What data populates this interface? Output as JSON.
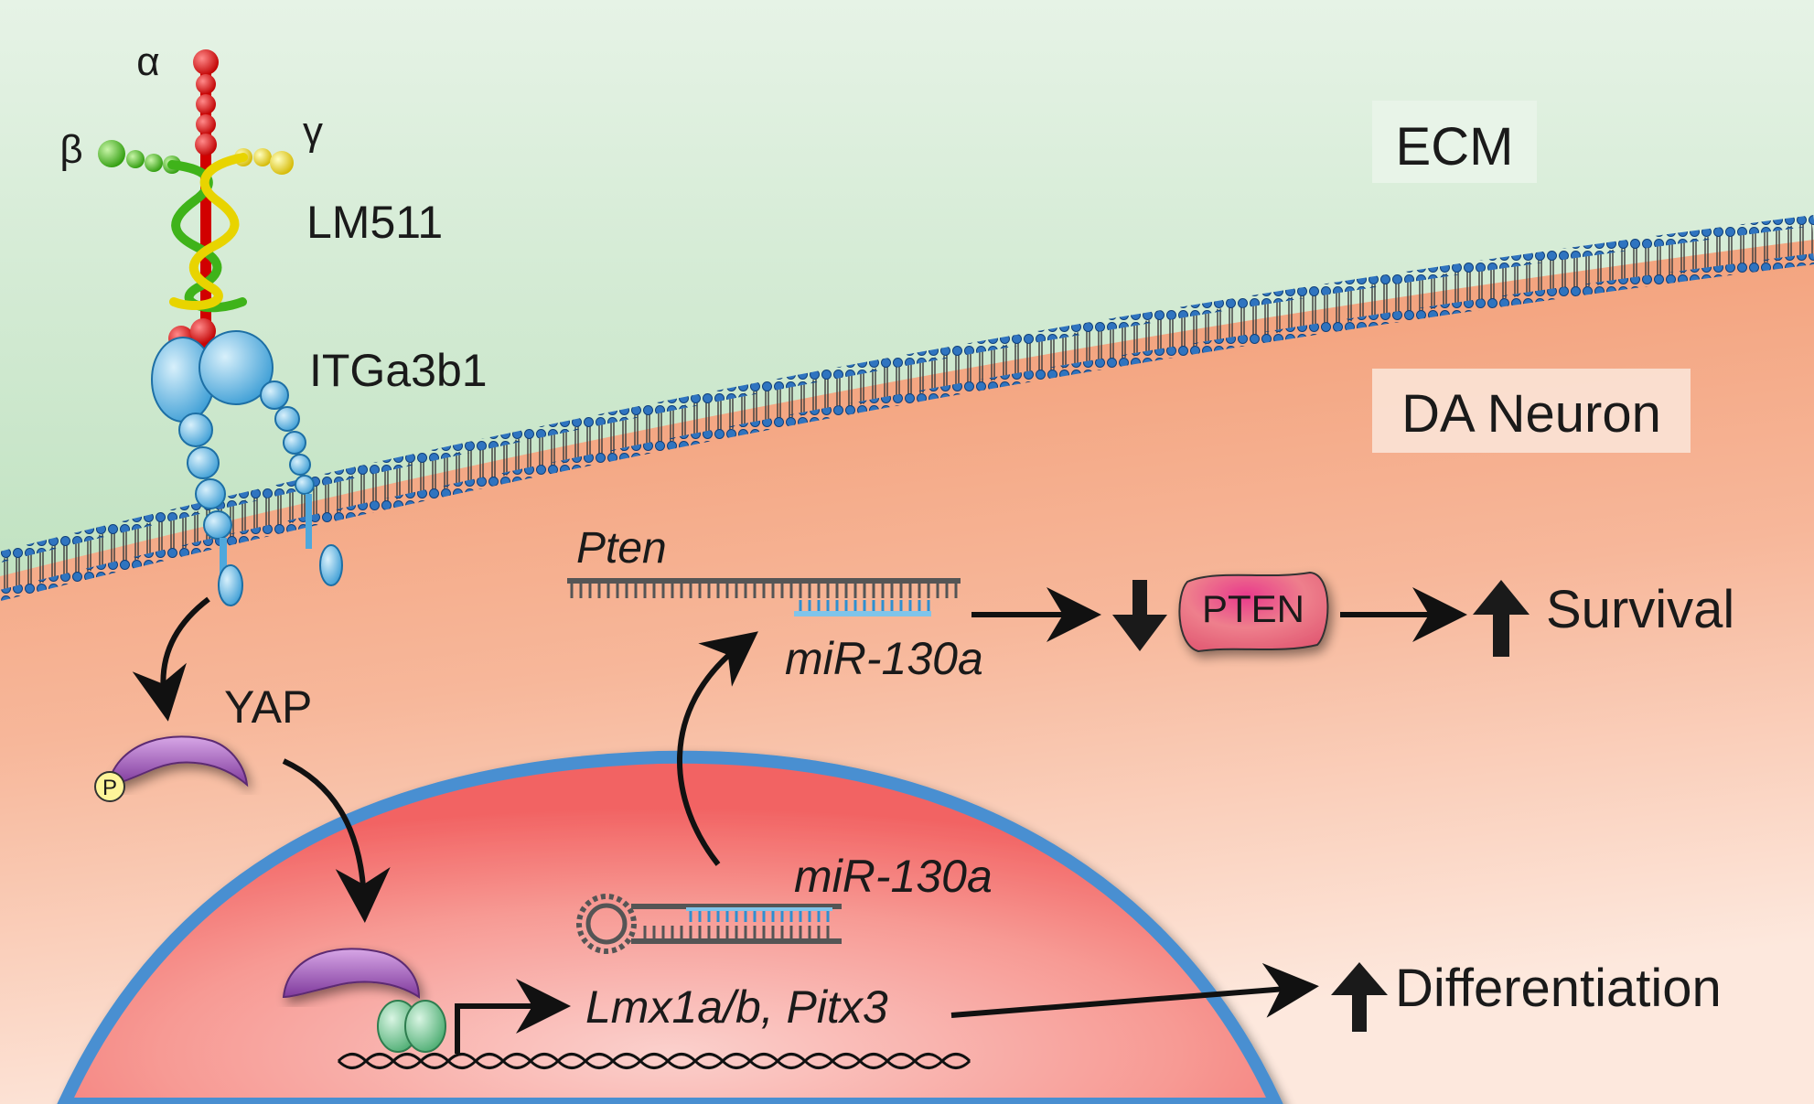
{
  "labels": {
    "ecm": "ECM",
    "neuron": "DA Neuron",
    "alpha": "α",
    "beta": "β",
    "gamma": "γ",
    "laminin": "LM511",
    "integrin": "ITGa3b1",
    "yap": "YAP",
    "phospho": "P",
    "pten_gene": "Pten",
    "mirna_cyto": "miR-130a",
    "mirna_nuc": "miR-130a",
    "pten_protein": "PTEN",
    "survival": "Survival",
    "target_genes": "Lmx1a/b, Pitx3",
    "differentiation": "Differentiation"
  },
  "colors": {
    "ecm_top": "#e6f3e6",
    "ecm_bottom": "#9fd3a0",
    "cell_top": "#f0956a",
    "cell_bottom": "#fde8dd",
    "nucleus_edge": "#f26464",
    "nucleus_center": "#fbd0cc",
    "nuclear_envelope": "#4a8fd1",
    "membrane_heads": "#2f74c0",
    "laminin_alpha": "#e81f1f",
    "laminin_beta": "#4cc81e",
    "laminin_gamma": "#f0e21a",
    "integrin": "#7cc8ec",
    "yap": "#9b59b6",
    "tead": "#7fcfa0",
    "phospho": "#fdf59a",
    "pten_protein": "#e05670",
    "mirna": "#7fc4ea",
    "strand": "#555555"
  }
}
